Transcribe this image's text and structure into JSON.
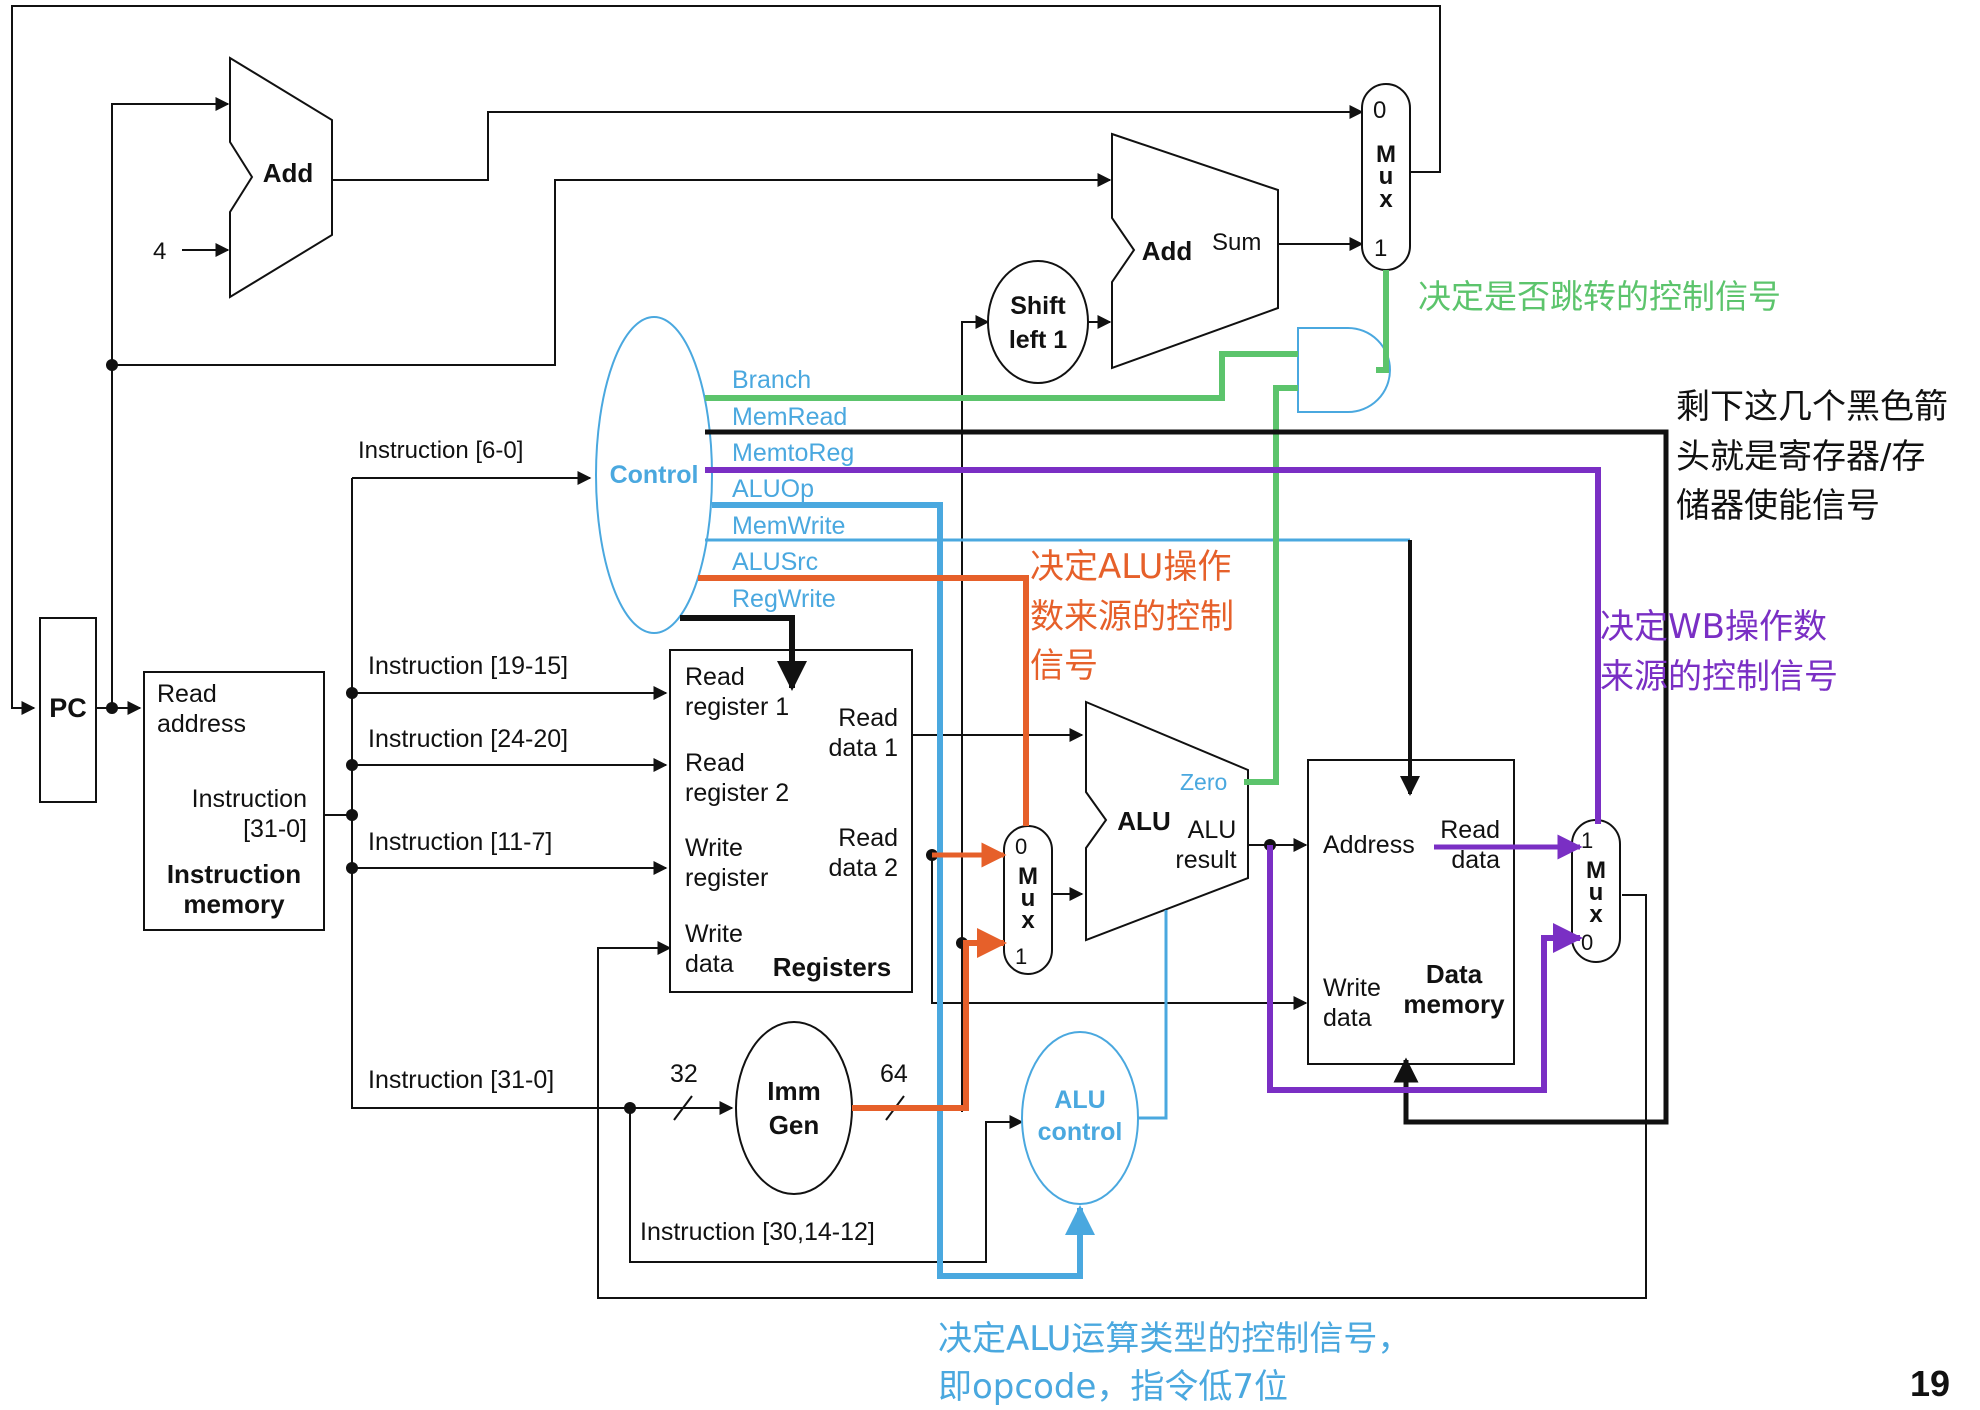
{
  "colors": {
    "wire": "#111111",
    "control_blue": "#4aa8df",
    "branch_green": "#5cc46c",
    "alusrc_orange": "#e6602a",
    "wb_purple": "#7a2fc4",
    "black_ctrl": "#111111"
  },
  "blocks": {
    "pc": "PC",
    "add_top": "Add",
    "const4": "4",
    "add_branch": "Add",
    "sum": "Sum",
    "shift_line1": "Shift",
    "shift_line2": "left 1",
    "mux_top": {
      "in0": "0",
      "m": "M",
      "u": "u",
      "x": "x",
      "in1": "1"
    },
    "control": "Control",
    "instr_mem": {
      "read": "Read",
      "address": "address",
      "instruction": "Instruction",
      "bits": "[31-0]",
      "title1": "Instruction",
      "title2": "memory"
    },
    "registers": {
      "rr1a": "Read",
      "rr1b": "register 1",
      "rr2a": "Read",
      "rr2b": "register 2",
      "wra": "Write",
      "wrb": "register",
      "wda": "Write",
      "wdb": "data",
      "rd1a": "Read",
      "rd1b": "data 1",
      "rd2a": "Read",
      "rd2b": "data 2",
      "title": "Registers"
    },
    "mux_alu": {
      "in0": "0",
      "m": "M",
      "u": "u",
      "x": "x",
      "in1": "1"
    },
    "alu": "ALU",
    "zero": "Zero",
    "alu_result1": "ALU",
    "alu_result2": "result",
    "data_mem": {
      "address": "Address",
      "rd1": "Read",
      "rd2": "data",
      "wd1": "Write",
      "wd2": "data",
      "title1": "Data",
      "title2": "memory"
    },
    "mux_wb": {
      "in1": "1",
      "m": "M",
      "u": "u",
      "x": "x",
      "in0": "0"
    },
    "imm1": "Imm",
    "imm2": "Gen",
    "bits32": "32",
    "bits64": "64",
    "alu_control1": "ALU",
    "alu_control2": "control"
  },
  "control_signals": [
    "Branch",
    "MemRead",
    "MemtoReg",
    "ALUOp",
    "MemWrite",
    "ALUSrc",
    "RegWrite"
  ],
  "instruction_fields": {
    "f6_0": "Instruction [6-0]",
    "f19_15": "Instruction [19-15]",
    "f24_20": "Instruction [24-20]",
    "f11_7": "Instruction [11-7]",
    "f31_0": "Instruction [31-0]",
    "f30": "Instruction [30,14-12]"
  },
  "annotations": {
    "branch": "决定是否跳转的控制信号",
    "black": [
      "剩下这几个黑色箭",
      "头就是寄存器/存",
      "储器使能信号"
    ],
    "alusrc": [
      "决定ALU操作",
      "数来源的控制",
      "信号"
    ],
    "wb": [
      "决定WB操作数",
      "来源的控制信号"
    ],
    "aluop": [
      "决定ALU运算类型的控制信号，",
      "即opcode，指令低7位"
    ]
  },
  "page_number": "19"
}
